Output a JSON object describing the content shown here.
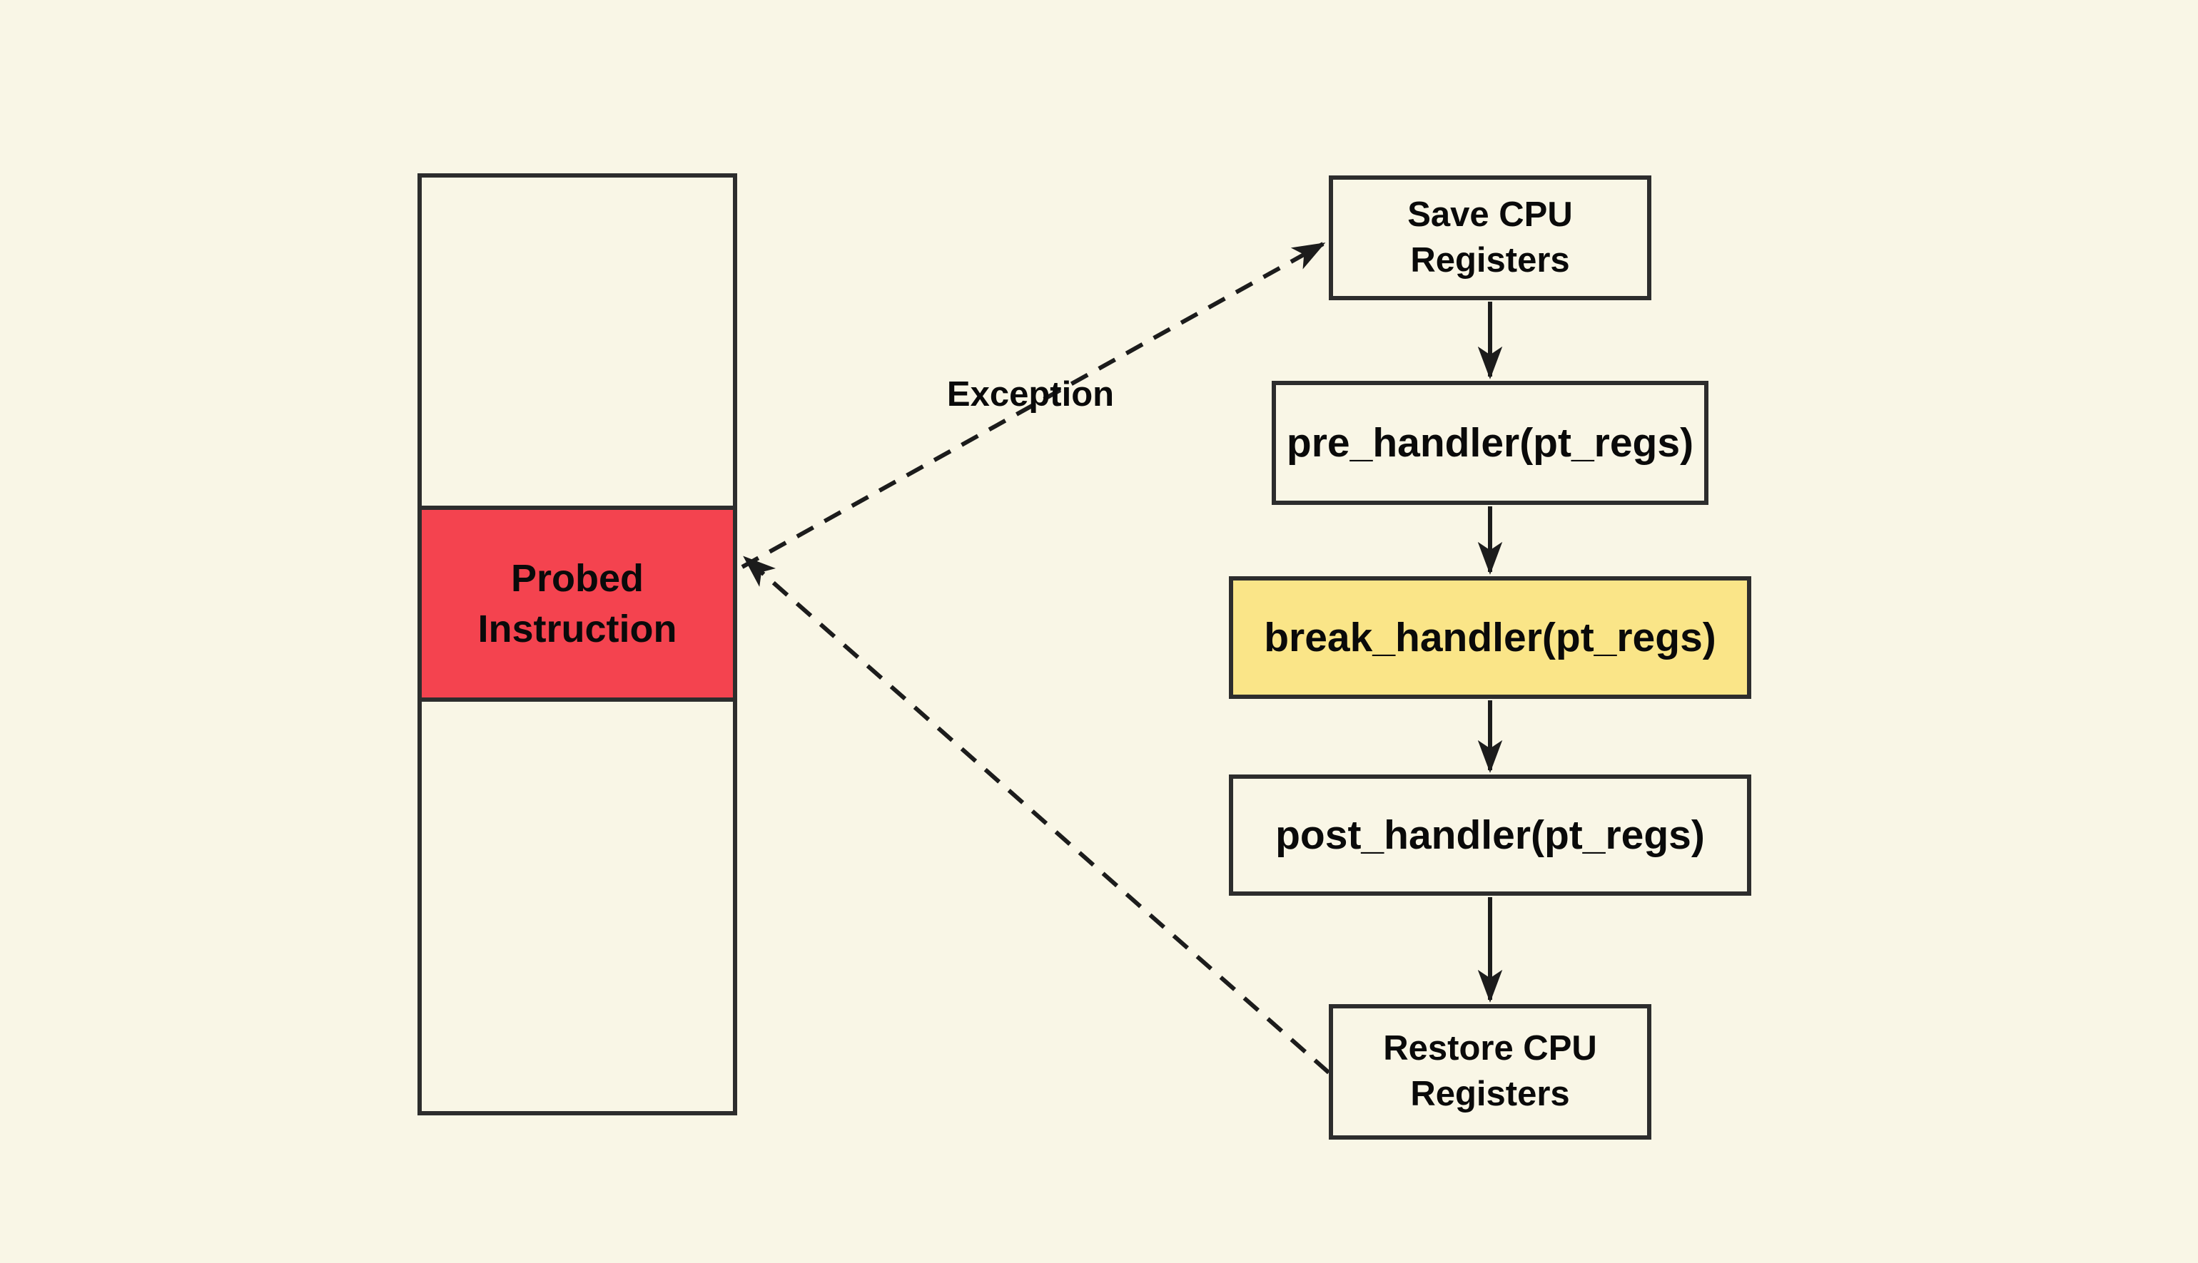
{
  "colors": {
    "background": "#f9f6e6",
    "box_fill": "#f9f6e6",
    "border": "#2d2d2d",
    "arrow_line": "#1c1c1c",
    "probed_fill": "#f4434f",
    "highlight_fill": "#fae588",
    "text": "#0a0a0a"
  },
  "memory_block": {
    "probed_line1": "Probed",
    "probed_line2": "Instruction"
  },
  "flow": {
    "save_line1": "Save CPU",
    "save_line2": "Registers",
    "pre_label": "pre_handler(pt_regs)",
    "break_label": "break_handler(pt_regs)",
    "post_label": "post_handler(pt_regs)",
    "restore_line1": "Restore CPU",
    "restore_line2": "Registers"
  },
  "annotations": {
    "exception_label": "Exception"
  }
}
